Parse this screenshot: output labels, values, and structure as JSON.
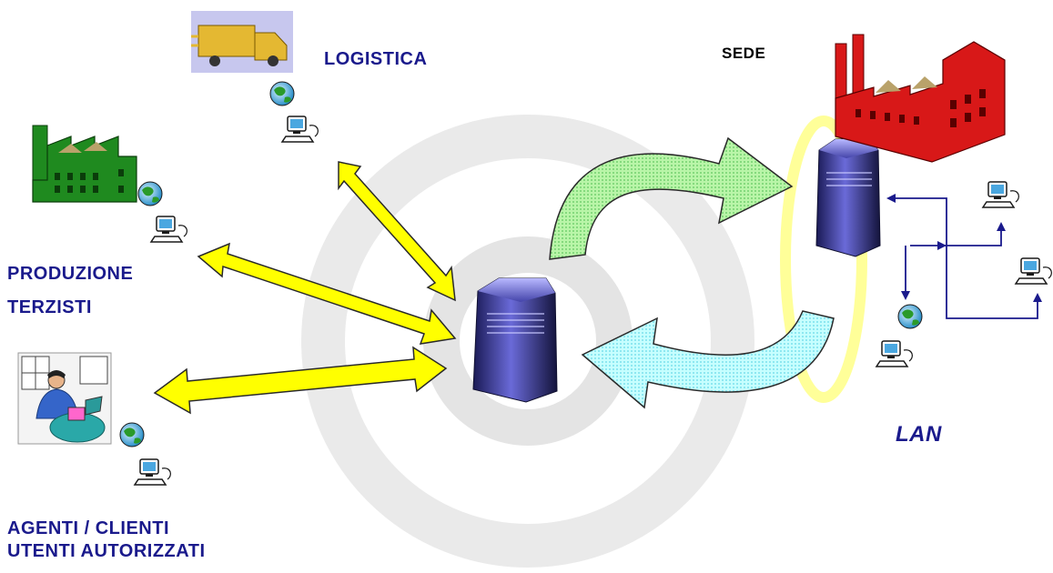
{
  "labels": {
    "logistica": "LOGISTICA",
    "sede": "SEDE",
    "produzione": "PRODUZIONE",
    "terzisti": "TERZISTI",
    "agenti": "AGENTI / CLIENTI",
    "utenti": "UTENTI AUTORIZZATI",
    "lan": "LAN"
  },
  "colors": {
    "label_text": "#1a1a8c",
    "arrow_yellow": "#ffff00",
    "arrow_green": "#99ee88",
    "arrow_cyan": "#99ffff",
    "lan_ring": "#ffff88",
    "factory_green": "#1f8a1f",
    "factory_red": "#d81818",
    "server_blue": "#3333aa",
    "watermark": "#dddddd"
  }
}
